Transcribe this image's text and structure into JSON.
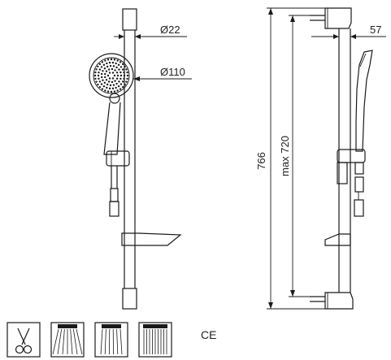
{
  "dimensions": {
    "bar_diameter": "Ø22",
    "head_diameter": "Ø110",
    "wall_offset": "57",
    "total_height": "766",
    "max_adjust": "max 720"
  },
  "icons": [
    {
      "name": "scissors-icon",
      "label": "cut-to-length hose"
    },
    {
      "name": "rain-spray-icon",
      "label": "rain spray"
    },
    {
      "name": "massage-spray-icon",
      "label": "massage spray"
    },
    {
      "name": "full-spray-icon",
      "label": "full spray"
    }
  ],
  "certification_mark": "CE",
  "colors": {
    "line": "#1a1a1a",
    "background": "#ffffff"
  }
}
